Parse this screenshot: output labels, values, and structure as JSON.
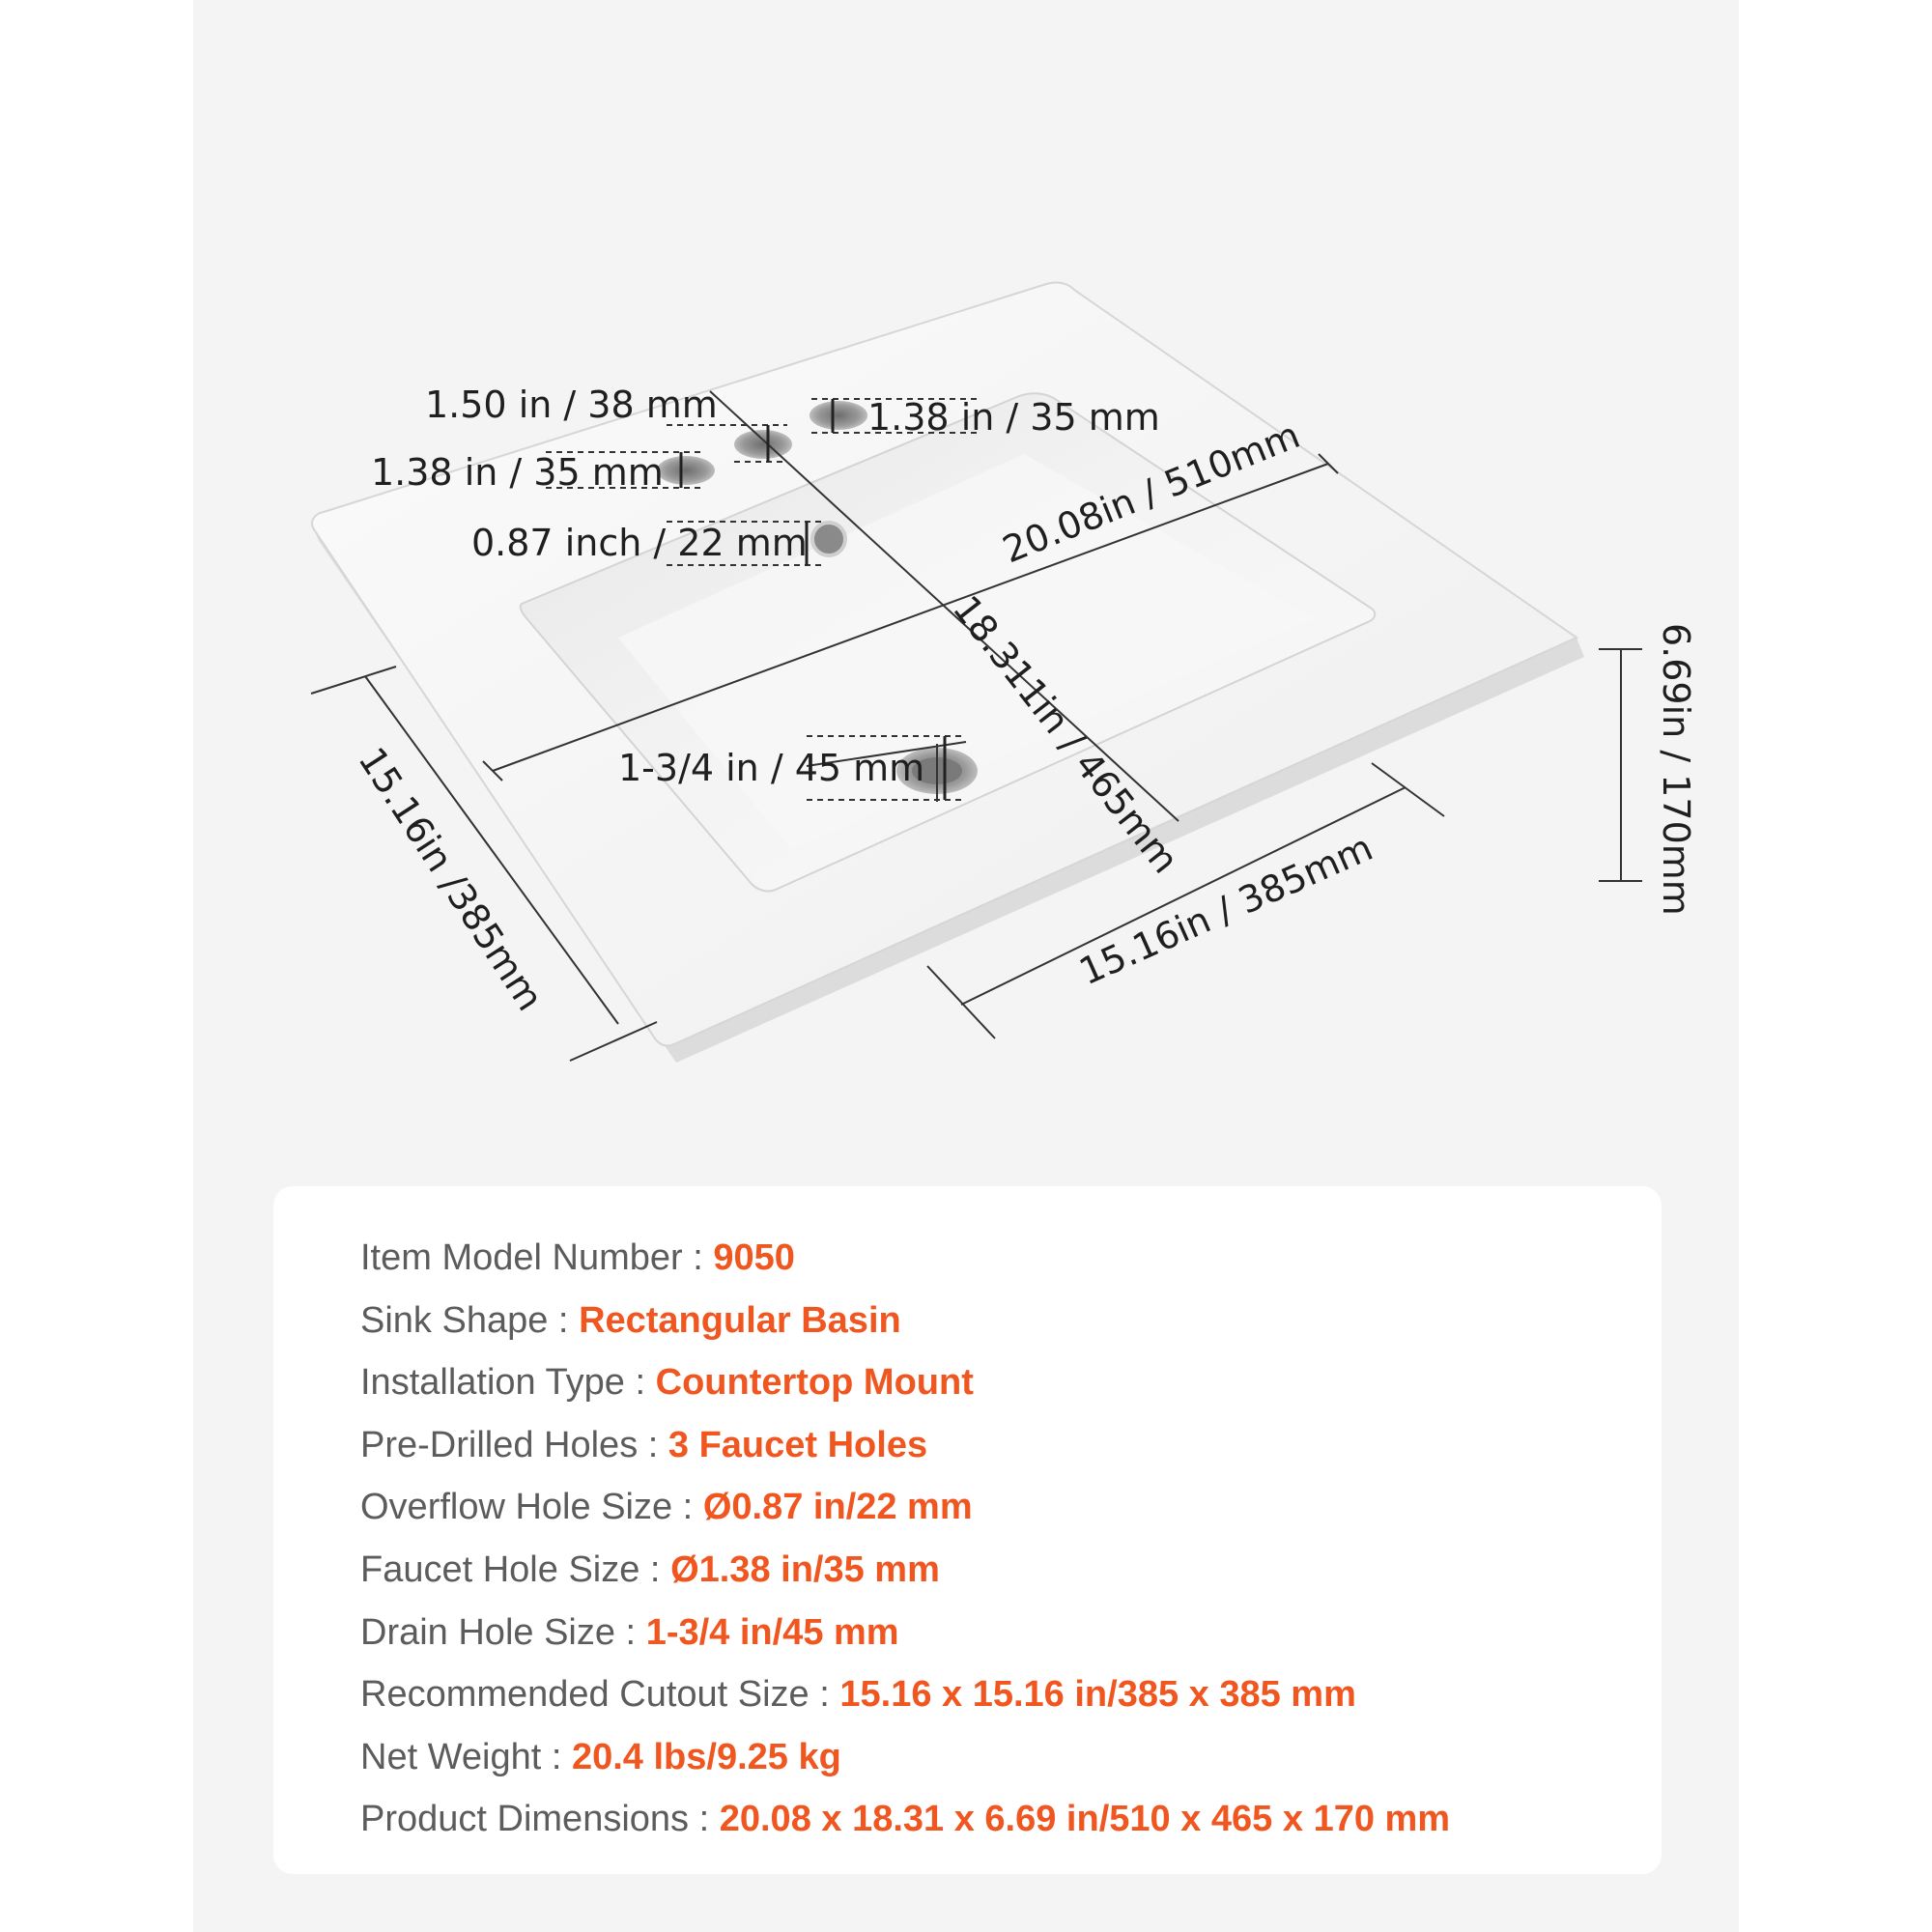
{
  "colors": {
    "accent": "#f0561f",
    "label_text": "#5c5c5c",
    "dimension_text": "#1f1f1f",
    "background": "#f4f4f4",
    "card": "#ffffff"
  },
  "diagram": {
    "dimensions": {
      "faucet_spacing": "1.50 in / 38 mm",
      "faucet_hole_right": "1.38 in / 35 mm",
      "faucet_hole_left": "1.38 in / 35 mm",
      "overflow_hole": "0.87 inch / 22 mm",
      "width": "20.08in / 510mm",
      "depth": "18.311in / 465mm",
      "height": "6.69in  /  170mm",
      "drain_hole": "1-3/4 in / 45 mm",
      "cutout_left": "15.16in /385mm",
      "cutout_bottom": "15.16in / 385mm"
    }
  },
  "specs": [
    {
      "label": "Item Model Number",
      "value": "9050"
    },
    {
      "label": "Sink Shape",
      "value": "Rectangular Basin"
    },
    {
      "label": "Installation Type",
      "value": "Countertop Mount"
    },
    {
      "label": "Pre-Drilled Holes",
      "value": "3 Faucet Holes"
    },
    {
      "label": "Overflow Hole Size",
      "value": "Ø0.87 in/22 mm"
    },
    {
      "label": "Faucet Hole Size",
      "value": "Ø1.38 in/35 mm"
    },
    {
      "label": "Drain Hole Size",
      "value": "1-3/4 in/45 mm"
    },
    {
      "label": "Recommended Cutout Size",
      "value": "15.16 x 15.16 in/385 x 385 mm"
    },
    {
      "label": "Net Weight",
      "value": "20.4 lbs/9.25 kg"
    },
    {
      "label": "Product Dimensions",
      "value": "20.08 x 18.31 x 6.69 in/510 x 465 x 170 mm"
    }
  ]
}
